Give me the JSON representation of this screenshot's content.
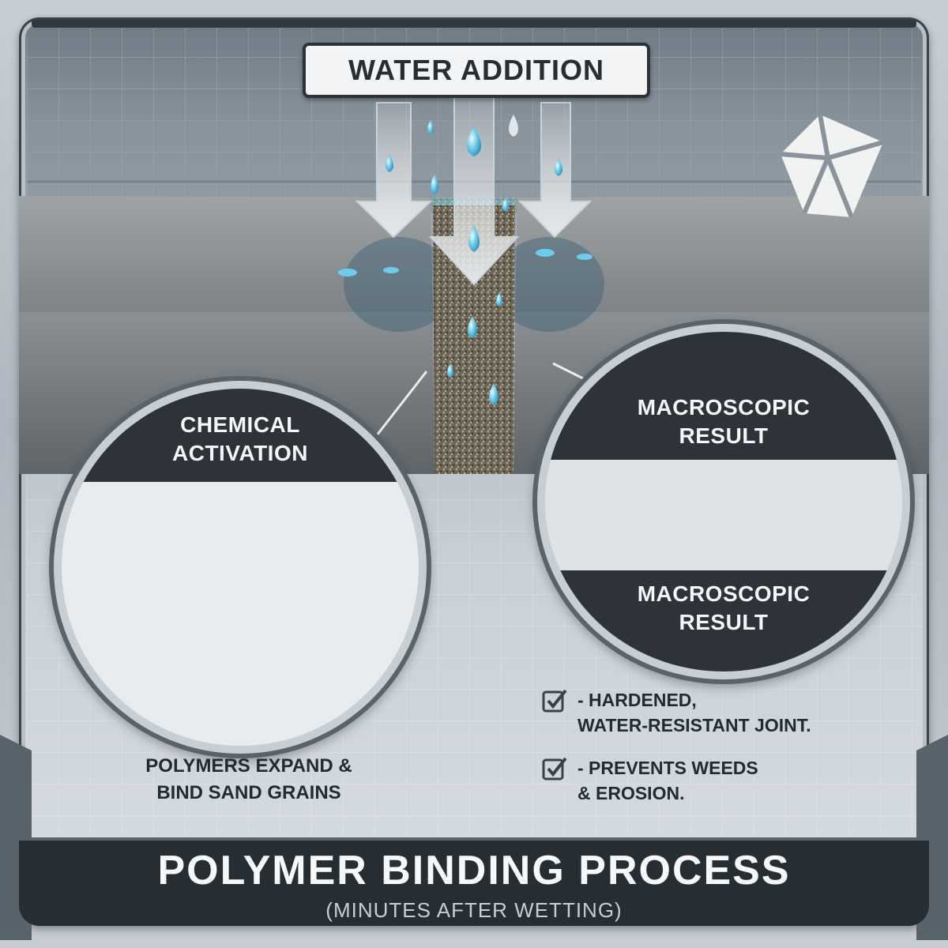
{
  "header": {
    "title": "WATER ADDITION"
  },
  "left_panel": {
    "heading_line1": "CHEMICAL",
    "heading_line2": "ACTIVATION",
    "caption_line1": "POLYMERS EXPAND &",
    "caption_line2": "BIND SAND GRAINS"
  },
  "right_panel": {
    "heading_top_line1": "MACROSCOPIC",
    "heading_top_line2": "RESULT",
    "heading_bottom_line1": "MACROSCOPIC",
    "heading_bottom_line2": "RESULT"
  },
  "benefits": [
    {
      "line1": "- HARDENED,",
      "line2": "WATER-RESISTANT JOINT."
    },
    {
      "line1": "- PREVENTS WEEDS",
      "line2": "& EROSION."
    }
  ],
  "footer": {
    "title": "POLYMER BINDING PROCESS",
    "subtitle": "(MINUTES AFTER WETTING)"
  },
  "icons": [
    "water-drop-icon",
    "down-arrow-icon",
    "checkbox-icon",
    "logo-icon",
    "molecule-icon"
  ],
  "colors": {
    "dark": "#2d3339",
    "water": "#4fb3d9",
    "polymer_green": "#6aa832",
    "polymer_teal": "#1fa59a"
  }
}
